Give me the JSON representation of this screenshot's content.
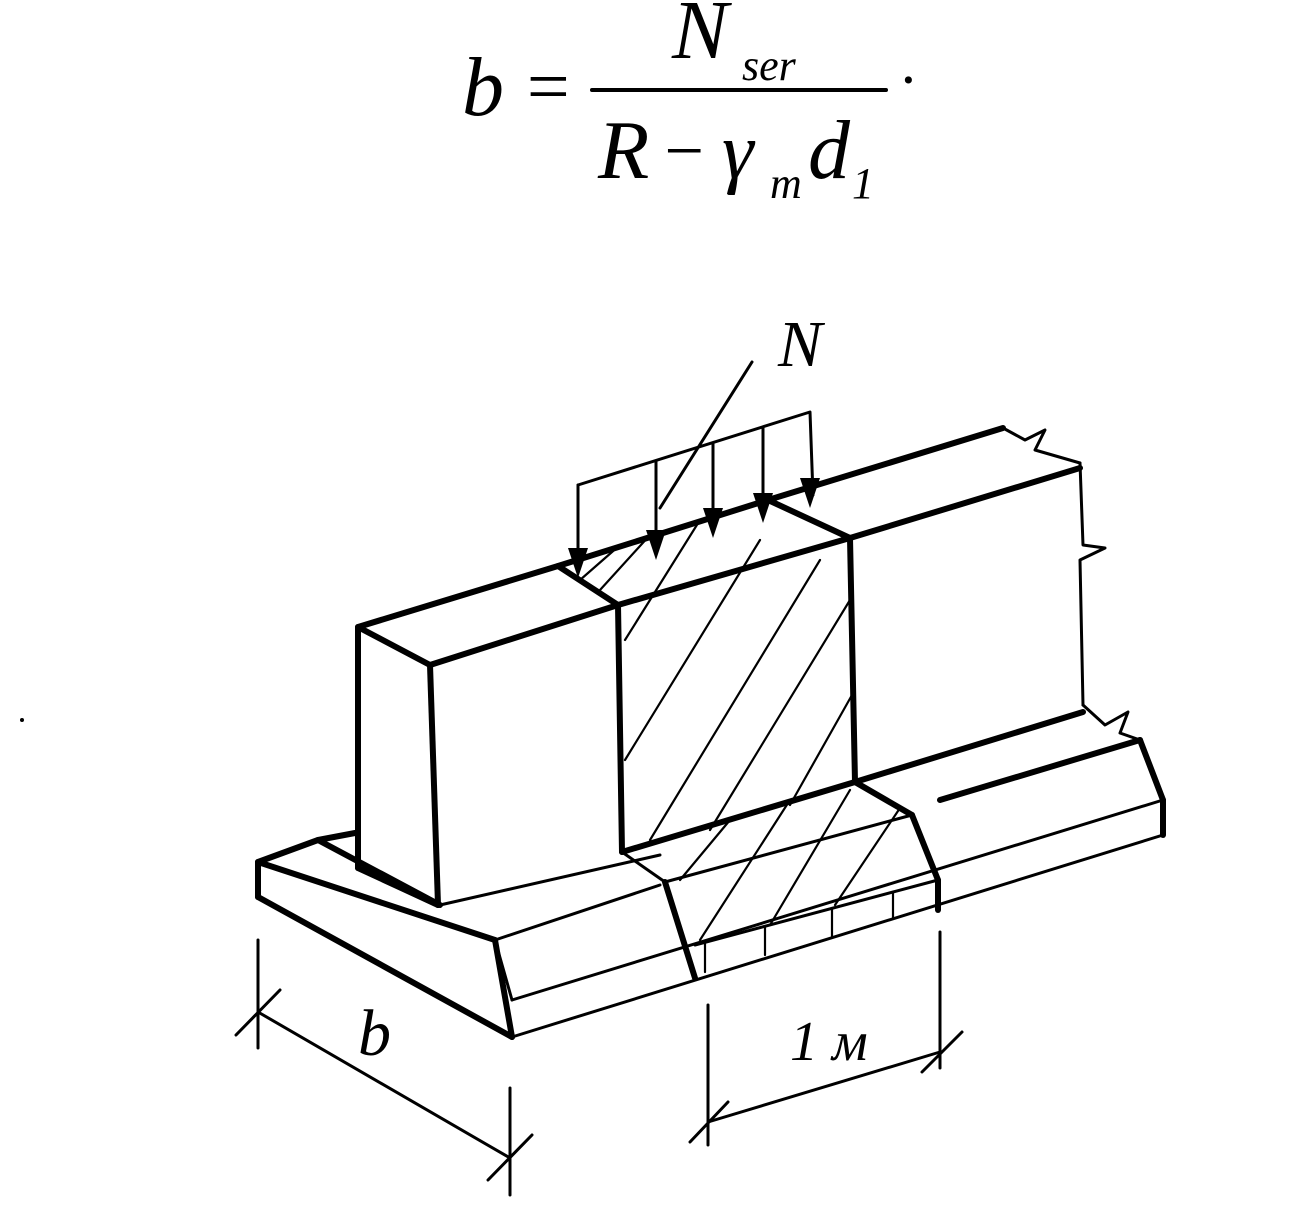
{
  "formula": {
    "lhs": "b",
    "equals": "=",
    "numerator_main": "N",
    "numerator_sub": "ser",
    "denominator_R": "R",
    "denominator_minus": "−",
    "denominator_gamma": "γ",
    "denominator_gamma_sub": "m",
    "denominator_d": "d",
    "denominator_d_sub": "1",
    "trailing_dot": "·"
  },
  "labels": {
    "load": "N",
    "width": "b",
    "length": "1 м"
  }
}
